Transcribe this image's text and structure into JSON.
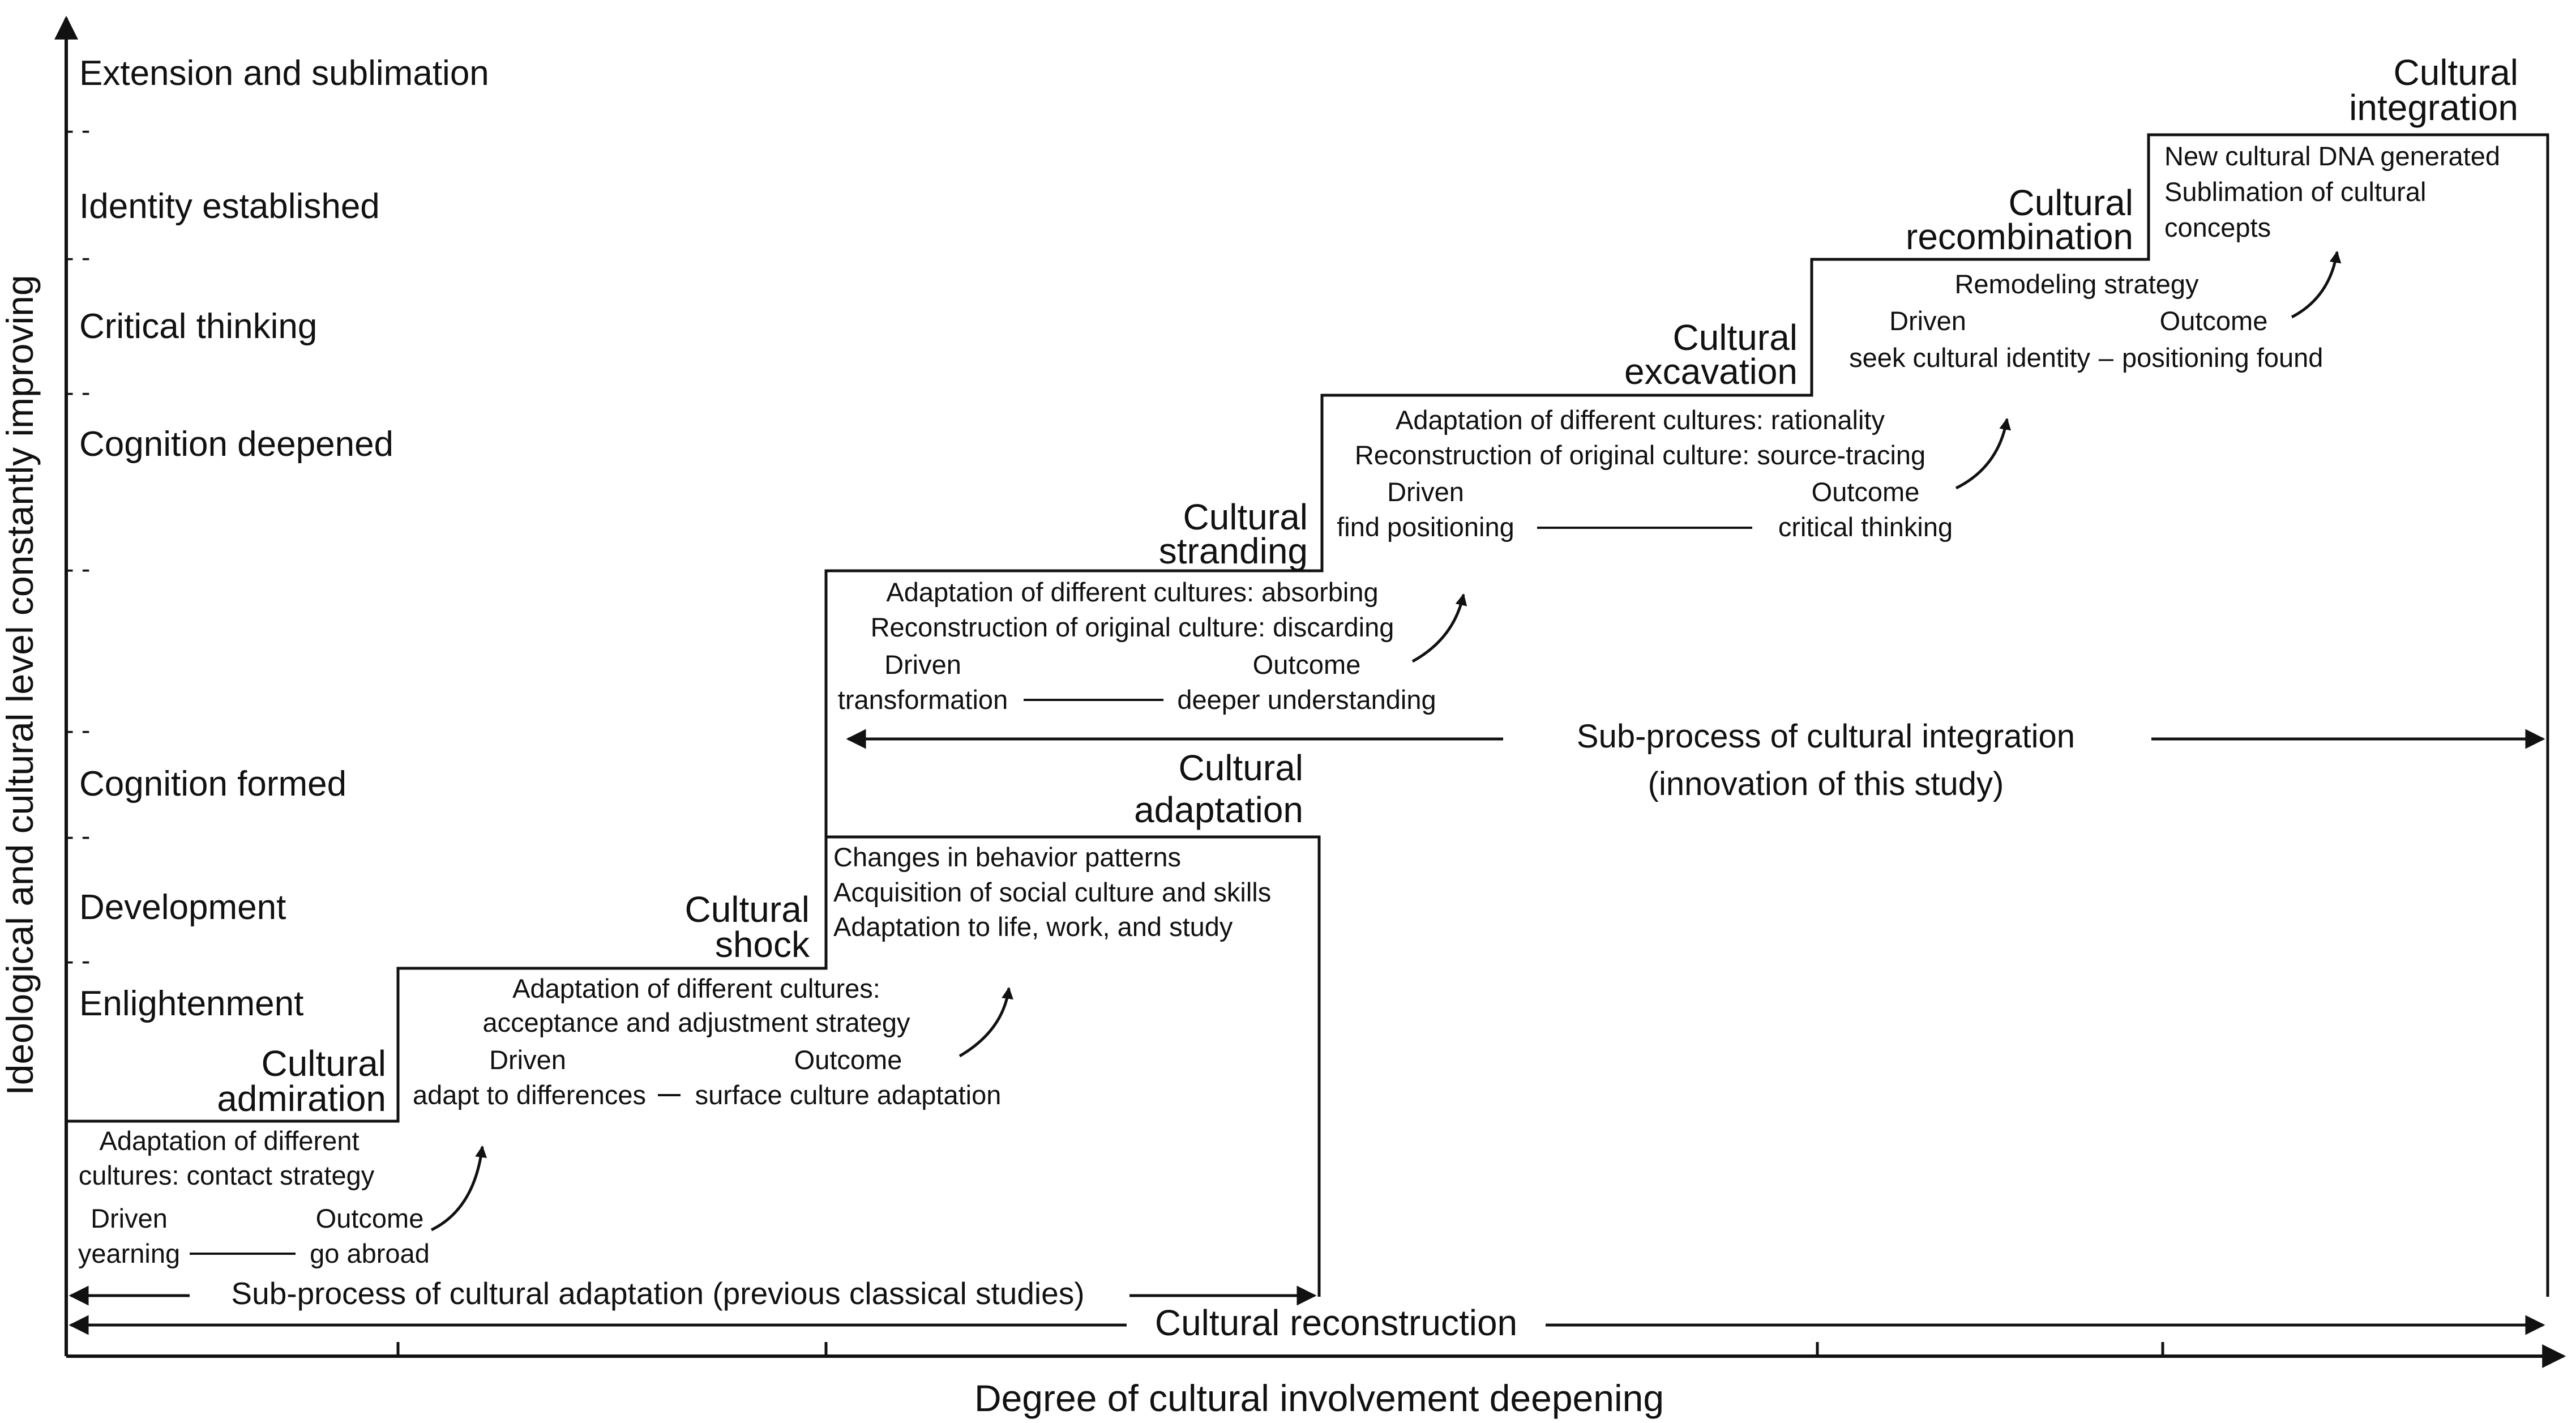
{
  "axes": {
    "y_label": "Ideological and cultural level constantly improving",
    "x_label": "Degree of cultural involvement deepening"
  },
  "levels": [
    "Extension and sublimation",
    "Identity established",
    "Critical thinking",
    "Cognition deepened",
    "Cognition formed",
    "Development",
    "Enlightenment"
  ],
  "level_separator": "- -",
  "stages": [
    {
      "title": [
        "Cultural",
        "admiration"
      ],
      "lines": [
        "Adaptation of different",
        "cultures: contact strategy"
      ],
      "driven_label": "Driven",
      "driven_value": "yearning",
      "outcome_label": "Outcome",
      "outcome_value": "go abroad"
    },
    {
      "title": [
        "Cultural",
        "shock"
      ],
      "lines": [
        "Adaptation of different cultures:",
        "acceptance and adjustment strategy"
      ],
      "driven_label": "Driven",
      "driven_value": "adapt to differences",
      "outcome_label": "Outcome",
      "outcome_value": "surface culture adaptation"
    },
    {
      "title": [
        "Cultural",
        "adaptation"
      ],
      "lines": [
        "Changes in behavior patterns",
        "Acquisition of social culture and skills",
        "Adaptation to life, work, and study"
      ]
    },
    {
      "title": [
        "Cultural",
        "stranding"
      ],
      "lines": [
        "Adaptation of different cultures: absorbing",
        "Reconstruction of original culture: discarding"
      ],
      "driven_label": "Driven",
      "driven_value": "transformation",
      "outcome_label": "Outcome",
      "outcome_value": "deeper understanding"
    },
    {
      "title": [
        "Cultural",
        "excavation"
      ],
      "lines": [
        "Adaptation of different cultures: rationality",
        "Reconstruction of original culture: source-tracing"
      ],
      "driven_label": "Driven",
      "driven_value": "find positioning",
      "outcome_label": "Outcome",
      "outcome_value": "critical thinking"
    },
    {
      "title": [
        "Cultural",
        "recombination"
      ],
      "lines": [
        "Remodeling strategy"
      ],
      "driven_label": "Driven",
      "driven_value": "seek cultural identity",
      "outcome_label": "Outcome",
      "outcome_value": "positioning found",
      "joiner": "–"
    },
    {
      "title": [
        "Cultural",
        "integration"
      ],
      "lines": [
        "New cultural DNA generated",
        "Sublimation of cultural",
        "concepts"
      ]
    }
  ],
  "spans": {
    "integration": [
      "Sub-process of cultural integration",
      "(innovation of this study)"
    ],
    "adaptation": "Sub-process of cultural adaptation (previous classical studies)",
    "reconstruction": "Cultural reconstruction"
  }
}
